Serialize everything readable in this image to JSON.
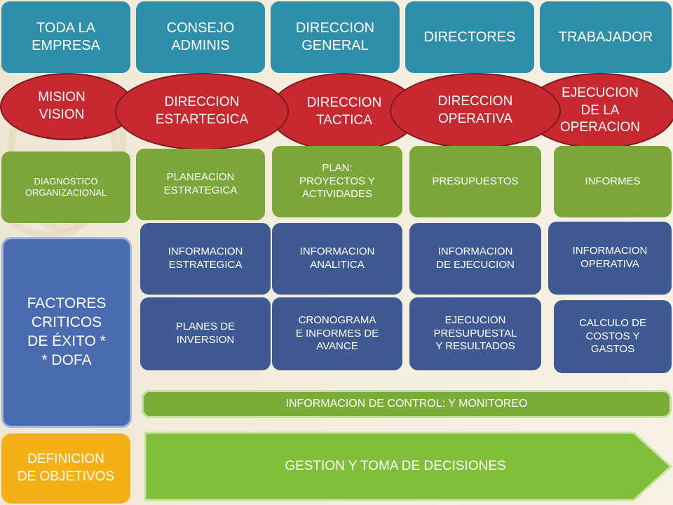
{
  "levels": [
    "TODA LA\nEMPRESA",
    "CONSEJO\nADMINIS",
    "DIRECCION\nGENERAL",
    "DIRECTORES",
    "TRABAJADOR"
  ],
  "ellipses": [
    "MISION\nVISION",
    "DIRECCION\nESTARTEGICA",
    "DIRECCION\nTACTICA",
    "DIRECCION\nOPERATIVA",
    "EJECUCION\nDE  LA\nOPERACION"
  ],
  "green_row": [
    "DIAGNOSTICO\nORGANIZACIONAL",
    "PLANEACION\nESTRATEGICA",
    "PLAN:\nPROYECTOS Y\nACTIVIDADES",
    "PRESUPUESTOS",
    "INFORMES"
  ],
  "info_row": [
    "INFORMACION\nESTRATEGICA",
    "INFORMACION\nANALITICA",
    "INFORMACION\nDE EJECUCION",
    "INFORMACION\nOPERATIVA"
  ],
  "detail_row": [
    "PLANES DE\nINVERSION",
    "CRONOGRAMA\nE INFORMES DE\nAVANCE",
    "EJECUCION\nPRESUPUESTAL\nY RESULTADOS",
    "CALCULO DE\nCOSTOS Y\nGASTOS"
  ],
  "factors": "FACTORES\nCRITICOS\nDE ÉXITO *\n* DOFA",
  "objectives": "DEFINICION\nDE OBJETIVOS",
  "control_bar": "INFORMACION  DE CONTROL: Y MONITOREO",
  "decision_arrow": "GESTION Y TOMA DE DECISIONES",
  "colors": {
    "teal": "#2f8fa8",
    "red": "#c8282f",
    "green": "#7aa63a",
    "navy": "#3f5a93",
    "orange": "#f5b015",
    "arrow": "#7fbf3a"
  }
}
